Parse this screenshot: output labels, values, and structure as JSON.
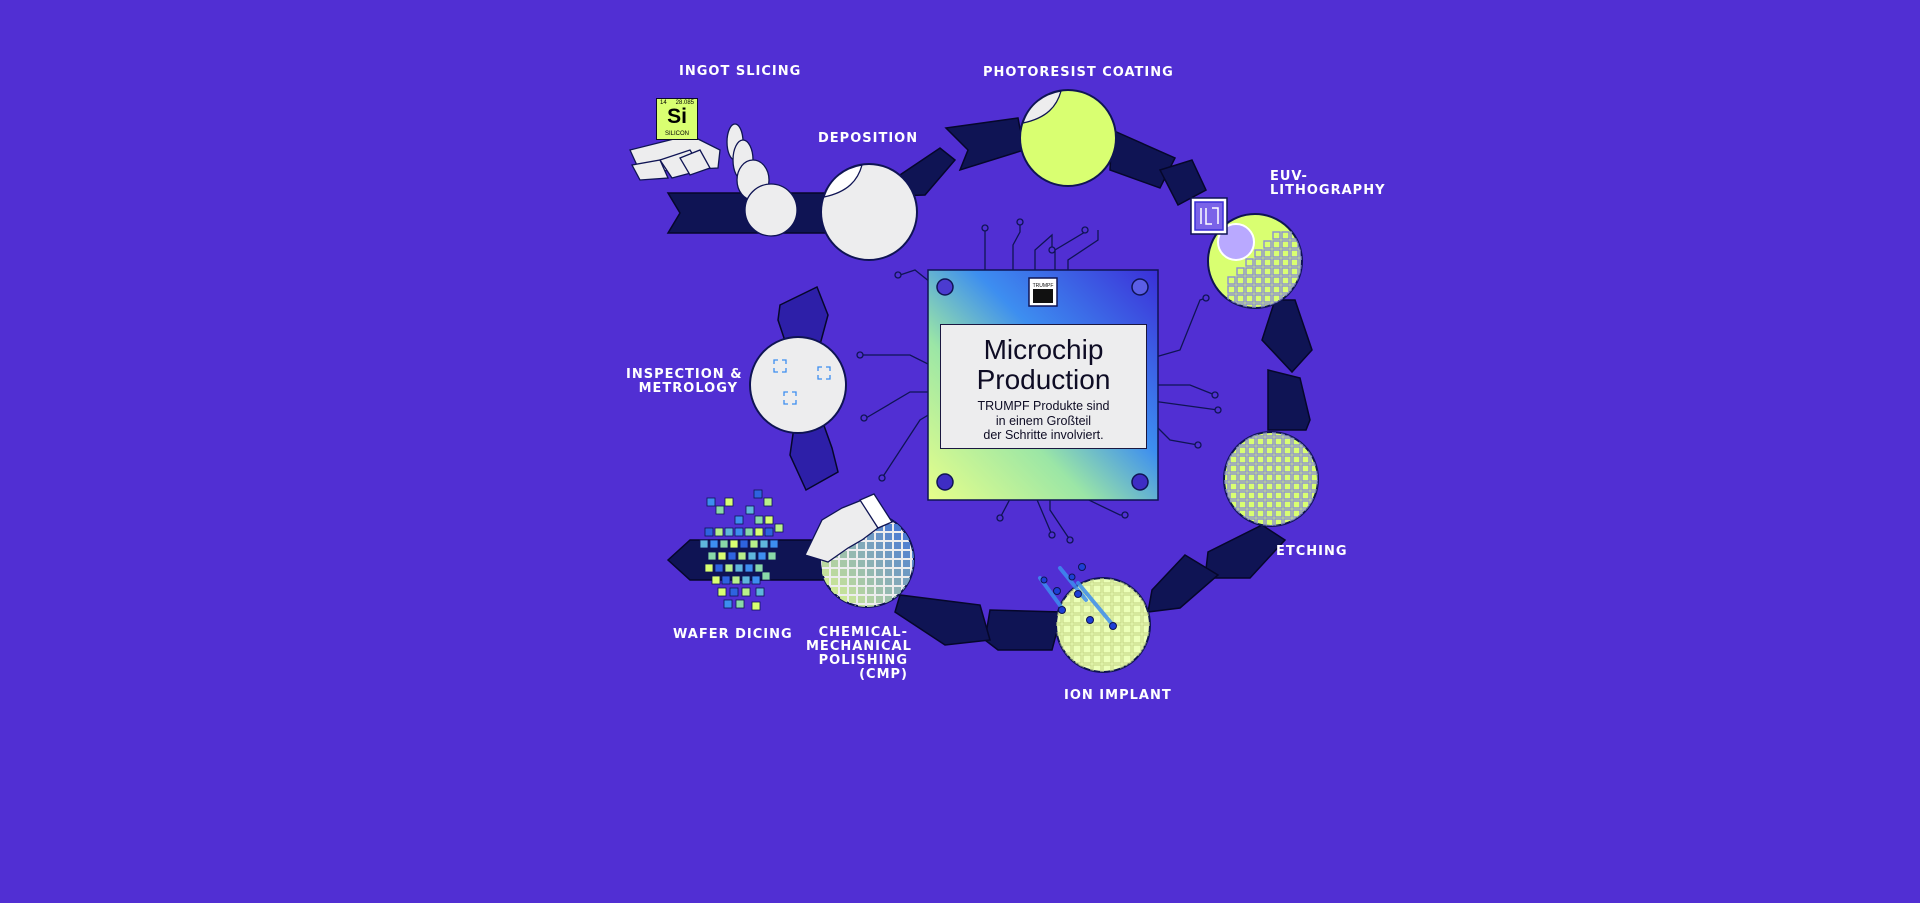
{
  "center": {
    "title_line1": "Microchip",
    "title_line2": "Production",
    "subtitle_line1": "TRUMPF Produkte sind",
    "subtitle_line2": "in einem Großteil",
    "subtitle_line3": "der Schritte involviert.",
    "logo_text": "TRUMPF"
  },
  "silicon": {
    "number": "14",
    "weight": "28.085",
    "symbol": "Si",
    "name": "SILICON"
  },
  "steps": [
    {
      "id": "ingot",
      "lines": [
        "INGOT SLICING"
      ]
    },
    {
      "id": "deposition",
      "lines": [
        "DEPOSITION"
      ]
    },
    {
      "id": "photoresist",
      "lines": [
        "PHOTORESIST COATING"
      ]
    },
    {
      "id": "euv",
      "lines": [
        "EUV-",
        "LITHOGRAPHY"
      ]
    },
    {
      "id": "etching",
      "lines": [
        "ETCHING"
      ]
    },
    {
      "id": "ion",
      "lines": [
        "ION IMPLANT"
      ]
    },
    {
      "id": "cmp",
      "lines": [
        "CHEMICAL-",
        "MECHANICAL",
        "POLISHING",
        "(CMP)"
      ]
    },
    {
      "id": "dicing",
      "lines": [
        "WAFER DICING"
      ]
    },
    {
      "id": "inspection",
      "lines": [
        "INSPECTION &",
        "METROLOGY"
      ]
    }
  ],
  "colors": {
    "background": "#512fd3",
    "navy": "#0f1454",
    "lime": "#d9ff71",
    "white": "#ededee"
  }
}
